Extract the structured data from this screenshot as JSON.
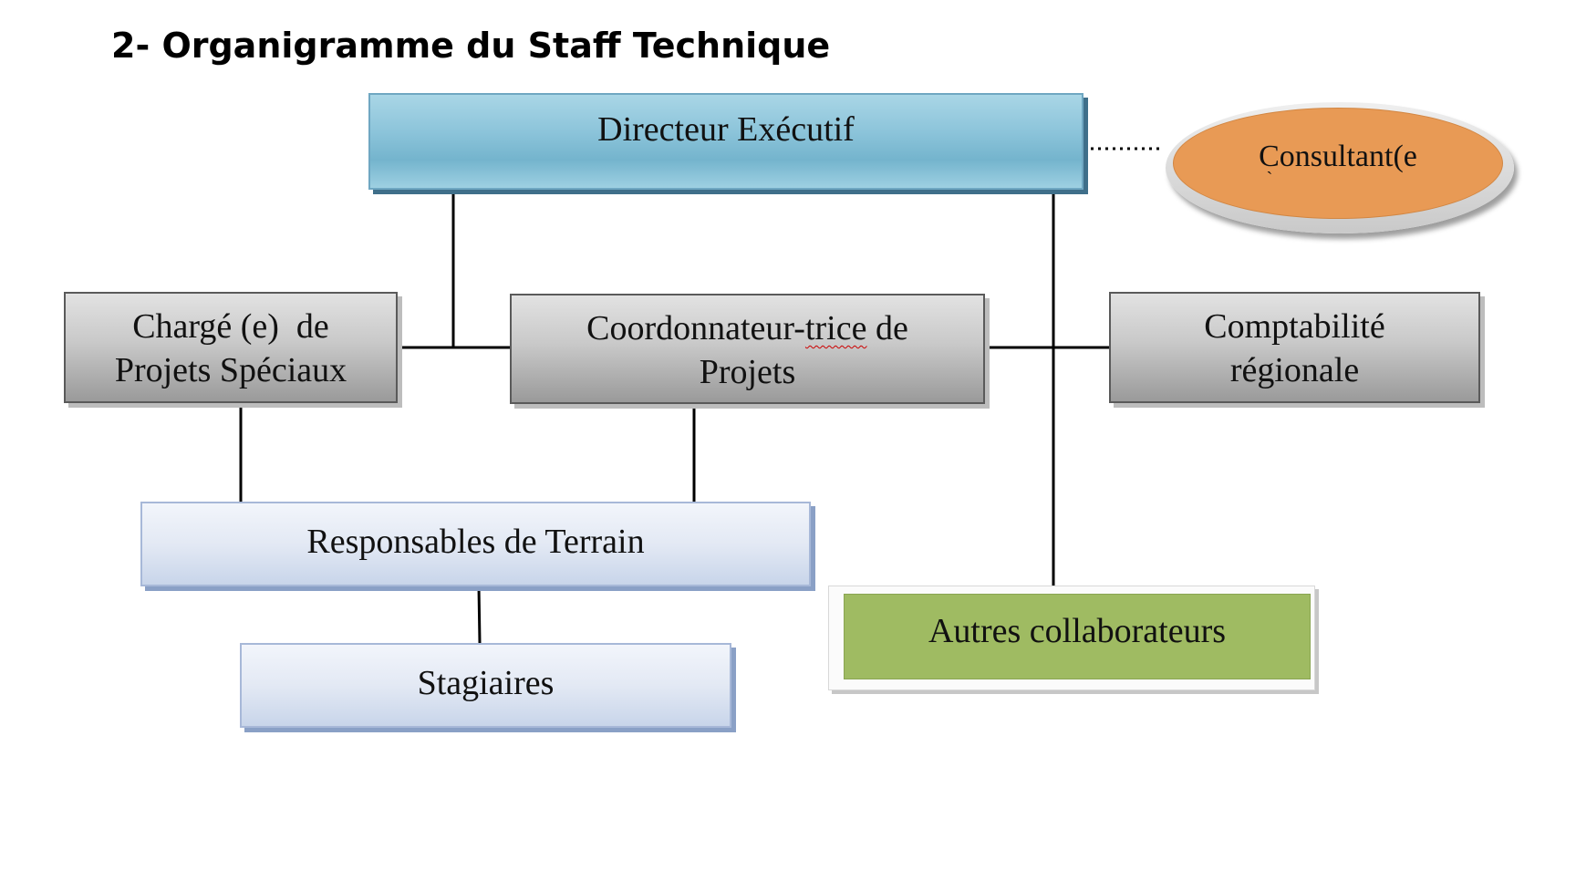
{
  "title": "2-  Organigramme du Staff Technique",
  "nodes": {
    "directeur": "Directeur Exécutif",
    "consultant": {
      "line1": "Consultant(e",
      "line2": "`"
    },
    "charge": {
      "line1": "Chargé (e)  de",
      "line2": "Projets Spéciaux"
    },
    "coordonnateur": {
      "line1a": "Coordonnateur-",
      "line1b": "trice",
      "line1c": " de",
      "line2": "Projets"
    },
    "comptabilite": {
      "line1": "Comptabilité",
      "line2": "régionale"
    },
    "responsables": "Responsables de Terrain",
    "stagiaires": "Stagiaires",
    "autres": "Autres collaborateurs"
  },
  "colors": {
    "director_fill": "#8cc4da",
    "consultant_fill": "#e89a55",
    "gray_fill": "#c9c9c9",
    "lightblue_fill": "#e3e9f4",
    "green_fill": "#9fbb62"
  }
}
